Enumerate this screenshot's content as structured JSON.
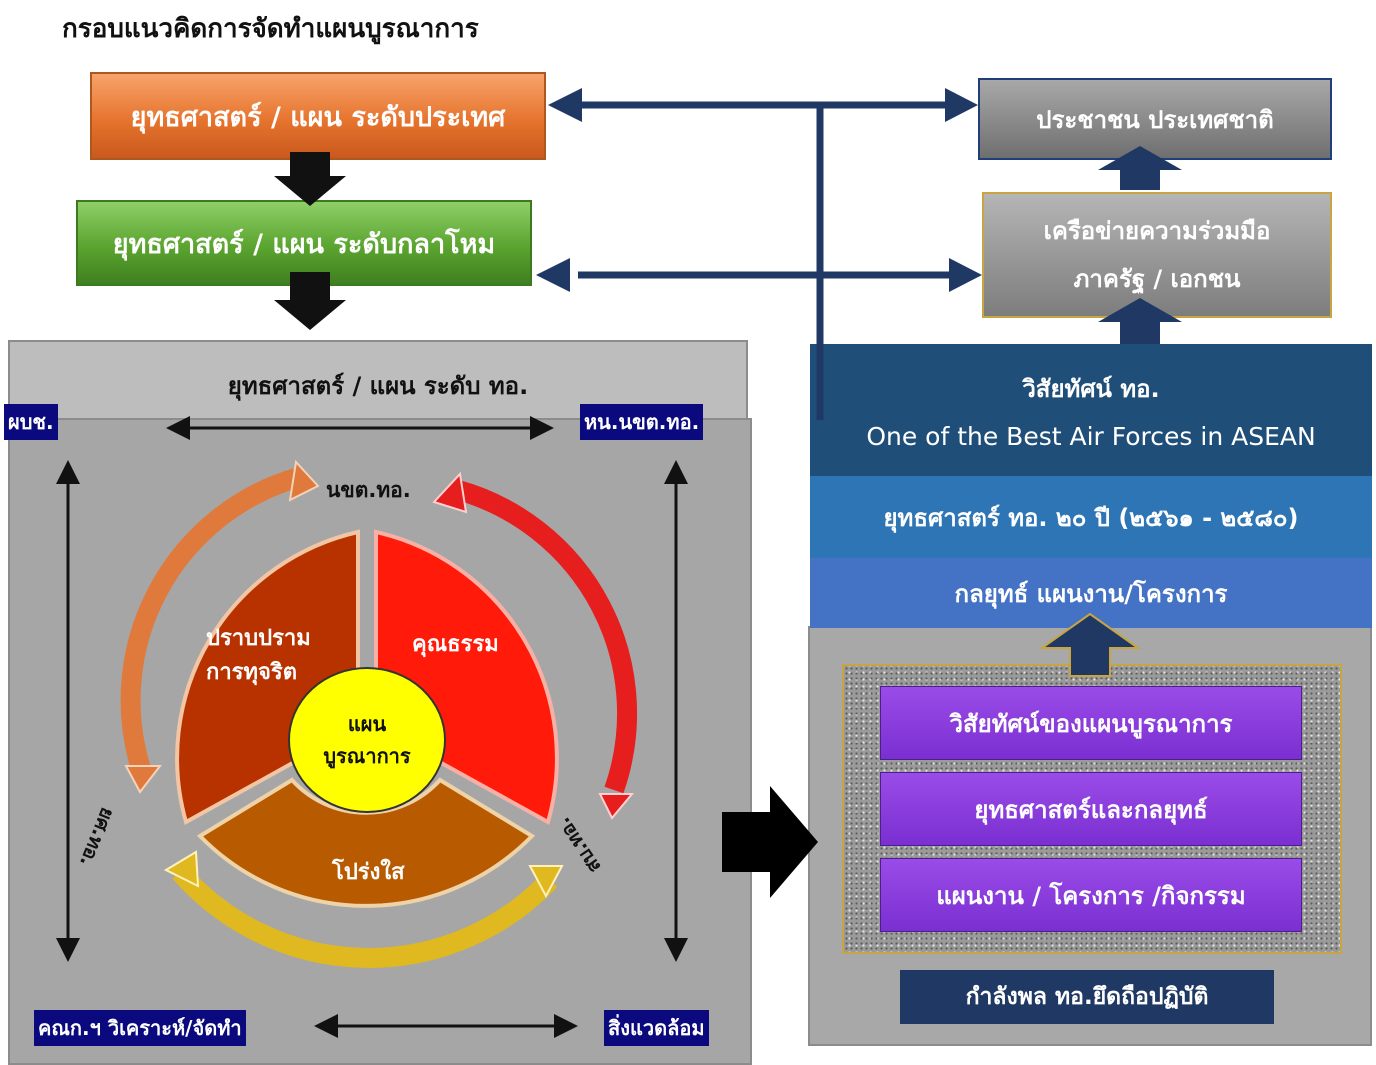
{
  "title": "กรอบแนวคิดการจัดทำแผนบูรณาการ",
  "national_box": "ยุทธศาสตร์ / แผน  ระดับประเทศ",
  "defense_box": "ยุทธศาสตร์ / แผน  ระดับกลาโหม",
  "people_box": "ประชาชน ประเทศชาติ",
  "network_box": {
    "line1": "เครือข่ายความร่วมมือ",
    "line2": "ภาครัฐ / เอกชน"
  },
  "left_panel": {
    "heading": "ยุทธศาสตร์ / แผน ระดับ ทอ.",
    "corner_top_left": "ผบช.",
    "corner_top_right": "หน.นขต.ทอ.",
    "corner_bottom_left": "คณก.ฯ วิเคราะห์/จัดทำ",
    "corner_bottom_right": "สิ่งแวดล้อม"
  },
  "cycle": {
    "top_label": "นขต.ทอ.",
    "left_label": "ยศ.ทอ.",
    "right_label": "สบ.ทอ.",
    "segment_left": [
      "ปราบปราม",
      "การทุจริต"
    ],
    "segment_right": "คุณธรรม",
    "segment_bottom": "โปร่งใส",
    "center": [
      "แผน",
      "บูรณาการ"
    ]
  },
  "vision": {
    "line1": "วิสัยทัศน์ ทอ.",
    "line2": "One of the Best Air Forces in ASEAN"
  },
  "strategy_box": "ยุทธศาสตร์ ทอ. ๒๐ ปี (๒๕๖๑ - ๒๕๘๐)",
  "tactic_box": "กลยุทธ์  แผนงาน/โครงการ",
  "integration": [
    "วิสัยทัศน์ของแผนบูรณาการ",
    "ยุทธศาสตร์และกลยุทธ์",
    "แผนงาน / โครงการ /กิจกรรม"
  ],
  "force_box": "กำลังพล ทอ.ยึดถือปฏิบัติ",
  "colors": {
    "navy_arrow": "#1f3864",
    "national_orange": "#e6742e",
    "defense_green": "#5aa42f",
    "purple": "#7b2fd1",
    "segment_left": "#b83200",
    "segment_right": "#ff1a0a",
    "segment_bottom": "#b85a00",
    "center_yellow": "#ffff00"
  }
}
